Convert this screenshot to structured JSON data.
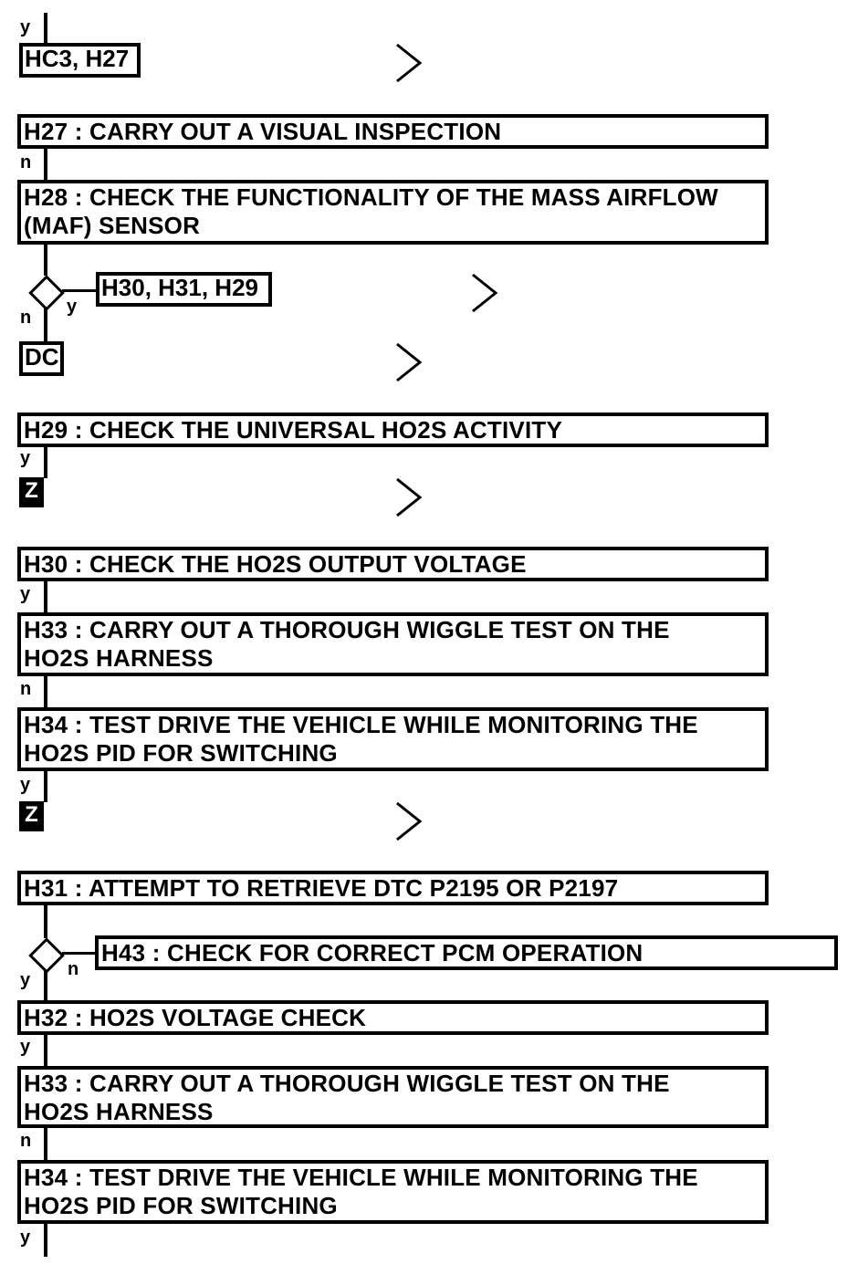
{
  "steps": {
    "h27": "H27 : CARRY OUT A VISUAL INSPECTION",
    "h28": "H28 : CHECK THE FUNCTIONALITY OF THE MASS AIRFLOW\n(MAF) SENSOR",
    "h29": "H29 : CHECK THE UNIVERSAL HO2S ACTIVITY",
    "h30": "H30 : CHECK THE HO2S OUTPUT VOLTAGE",
    "h33a": "H33 : CARRY OUT A THOROUGH WIGGLE TEST ON THE\nHO2S HARNESS",
    "h34a": "H34 : TEST DRIVE THE VEHICLE WHILE MONITORING THE\nHO2S PID FOR SWITCHING",
    "h31": "H31 : ATTEMPT TO RETRIEVE DTC P2195 OR P2197",
    "h43": "H43 : CHECK FOR CORRECT PCM OPERATION",
    "h32": "H32 : HO2S VOLTAGE CHECK",
    "h33b": "H33 : CARRY OUT A THOROUGH WIGGLE TEST ON THE\nHO2S HARNESS",
    "h34b": "H34 : TEST DRIVE THE VEHICLE WHILE MONITORING THE\nHO2S PID FOR SWITCHING"
  },
  "refs": {
    "hc3_h27": "HC3, H27",
    "h30_h31_h29": "H30, H31, H29",
    "dc": "DC",
    "z1": "Z",
    "z2": "Z"
  },
  "branch_labels": {
    "yes": "y",
    "no": "n"
  },
  "icons": [
    "chevron-right-icon",
    "decision-diamond-icon"
  ]
}
